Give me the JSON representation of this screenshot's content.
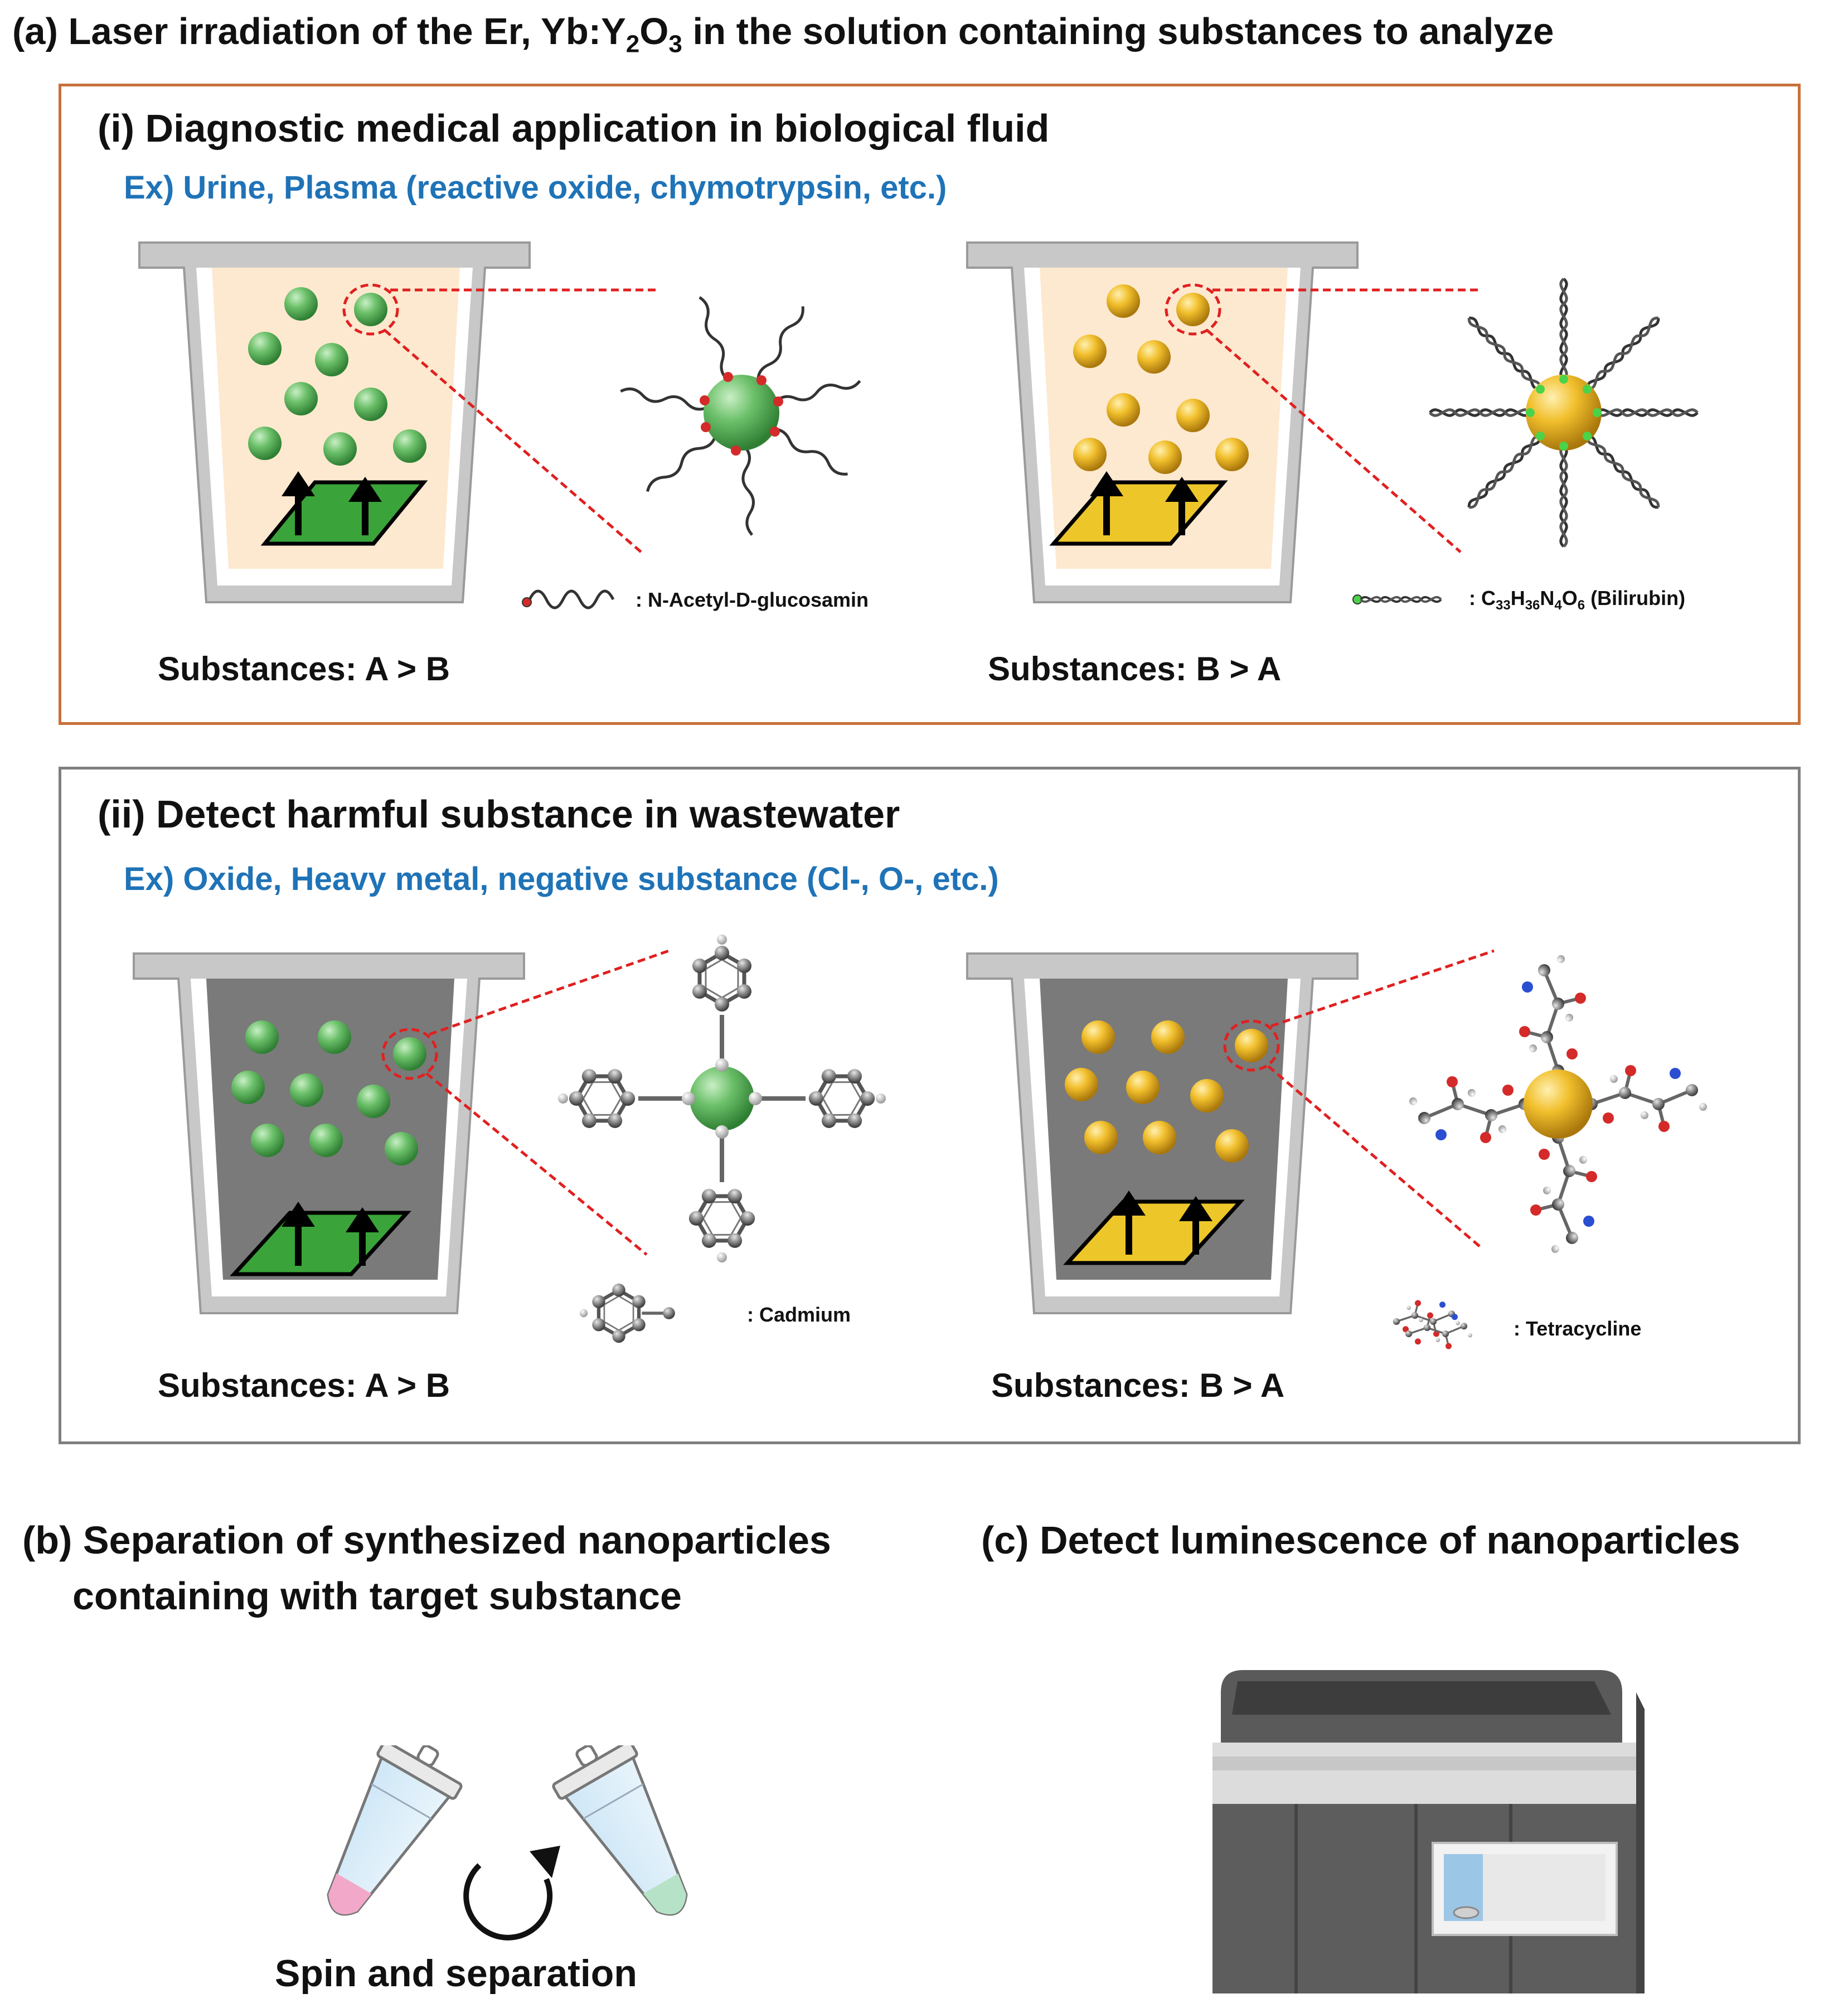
{
  "section_a": {
    "title_part1": "(a) Laser irradiation of the Er, Yb:Y",
    "title_sub1": "2",
    "title_part2": "O",
    "title_sub2": "3",
    "title_part3": " in the solution containing substances to analyze"
  },
  "panel_i": {
    "title": "(i) Diagnostic medical application in biological fluid",
    "example": "Ex) Urine, Plasma (reactive oxide, chymotrypsin, etc.)",
    "left_caption": "Substances: A > B",
    "right_caption": "Substances: B > A",
    "left_legend": ": N-Acetyl-D-glucosamin",
    "right_legend": {
      "prefix": ": C",
      "s1": "33",
      "h": "H",
      "s2": "36",
      "n": "N",
      "s3": "4",
      "o": "O",
      "s4": "6",
      "suffix": " (Bilirubin)"
    },
    "border_color": "#c8713a",
    "liquid_color": "#fde9cf"
  },
  "panel_ii": {
    "title": "(ii) Detect harmful substance in wastewater",
    "example": "Ex) Oxide, Heavy metal, negative substance (Cl-, O-, etc.)",
    "left_caption": "Substances: A > B",
    "right_caption": "Substances: B > A",
    "left_legend": ": Cadmium",
    "right_legend": ": Tetracycline",
    "border_color": "#7f7f7f",
    "liquid_color": "#7a7a7a"
  },
  "section_b": {
    "title_line1": "(b) Separation of synthesized nanoparticles",
    "title_line2": "containing with target substance",
    "caption": "Spin and separation"
  },
  "section_c": {
    "title": "(c) Detect luminescence of nanoparticles"
  },
  "colors": {
    "green_particle": "#6cc06a",
    "gold_particle": "#f1bf2c",
    "dashed_callout": "#e02020",
    "beaker_wall": "#c8c8c8"
  }
}
